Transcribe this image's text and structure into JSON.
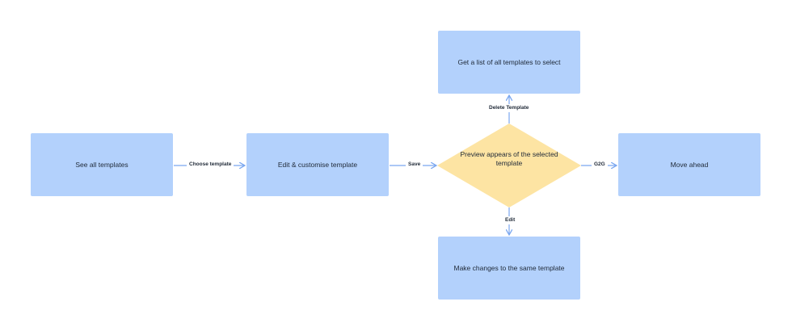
{
  "nodes": {
    "see_all": "See all templates",
    "edit_customise": "Edit & customise template",
    "decision": "Preview appears of the selected template",
    "get_list": "Get a list of all templates to select",
    "move_ahead": "Move ahead",
    "make_changes": "Make changes to the same template"
  },
  "edges": {
    "choose_template": "Choose template",
    "save": "Save",
    "g2g": "G2G",
    "delete_template": "Delete Template",
    "edit": "Edit"
  },
  "colors": {
    "box_fill": "#b3d1fc",
    "decision_fill": "#fde4a3",
    "connector": "#7aa7f0",
    "text": "#1f2937"
  }
}
